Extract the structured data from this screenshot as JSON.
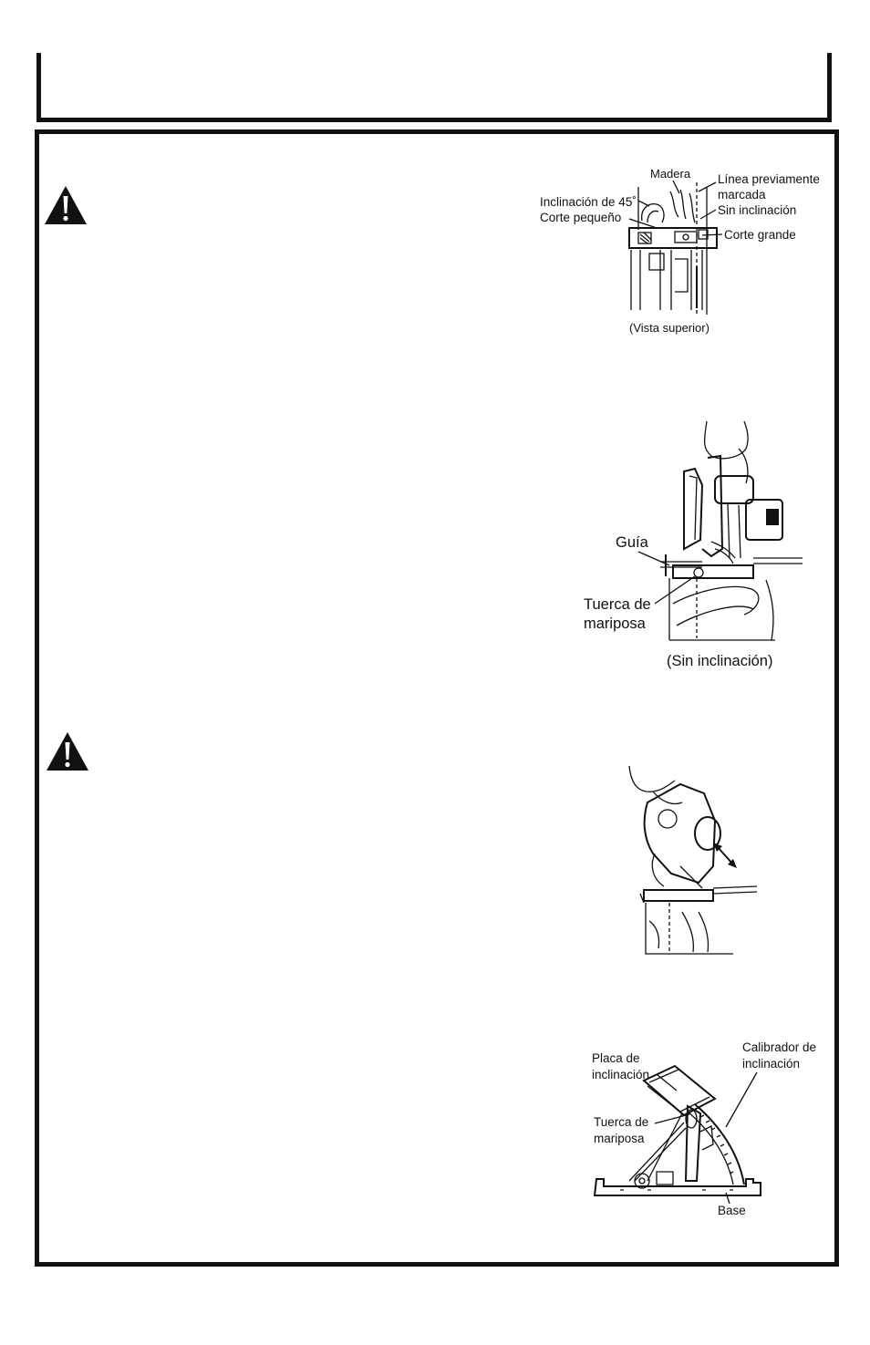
{
  "figures": {
    "top_view": {
      "labels": {
        "madera": "Madera",
        "linea": "Línea previamente",
        "marcada": "marcada",
        "sin_incl": "Sin inclinación",
        "incl45": "Inclinación de 45˚",
        "corte_peq": "Corte pequeño",
        "corte_grande": "Corte grande",
        "caption": "(Vista superior)"
      }
    },
    "guide_view": {
      "labels": {
        "guia": "Guía",
        "tuerca1": "Tuerca de",
        "tuerca2": "mariposa",
        "caption": "(Sin inclinación)"
      }
    },
    "depth_view": {},
    "bevel_view": {
      "labels": {
        "placa1": "Placa de",
        "placa2": "inclinación",
        "calib1": "Calibrador de",
        "calib2": "inclinación",
        "tuerca1": "Tuerca de",
        "tuerca2": "mariposa",
        "base": "Base"
      }
    }
  },
  "icons": {
    "warning": "warning-triangle-icon"
  }
}
